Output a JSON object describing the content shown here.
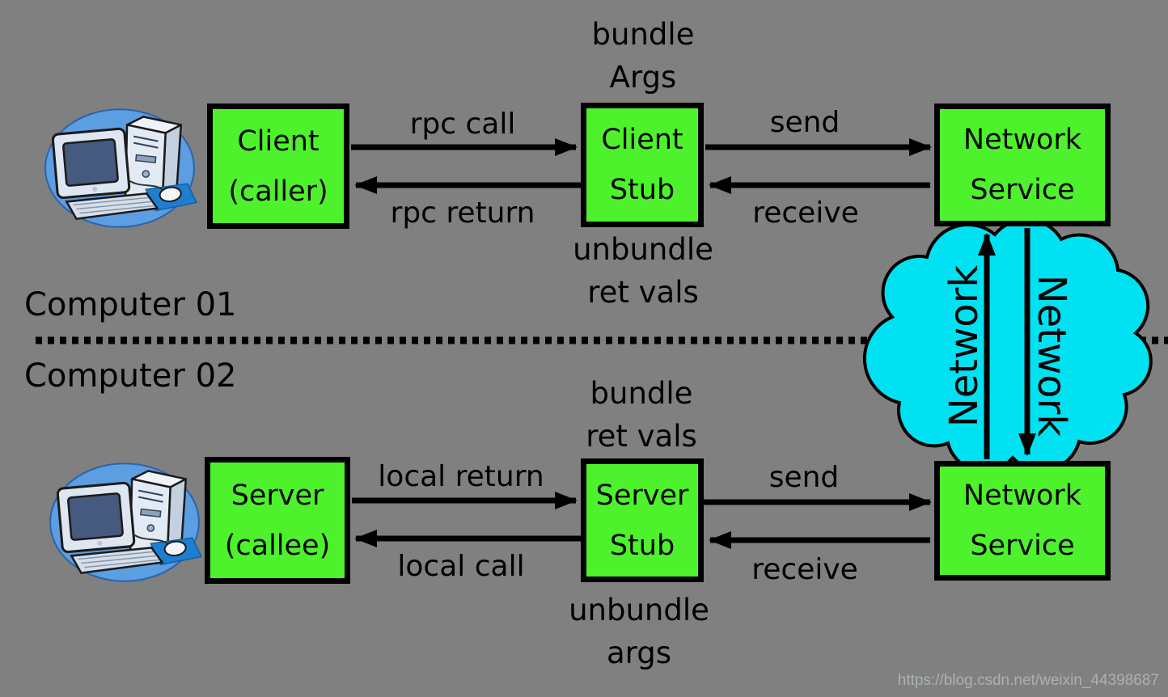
{
  "colors": {
    "background": "#808080",
    "box_fill": "#4df22c",
    "cloud_fill": "#00e2f2",
    "line": "#000000",
    "watermark": "#aab0b4"
  },
  "computer01": {
    "label": "Computer 01",
    "client_box": {
      "line1": "Client",
      "line2": "(caller)"
    },
    "client_stub_box": {
      "line1": "Client",
      "line2": "Stub"
    },
    "network_service_box": {
      "line1": "Network",
      "line2": "Service"
    },
    "stub_note_top": {
      "line1": "bundle",
      "line2": "Args"
    },
    "stub_note_bottom": {
      "line1": "unbundle",
      "line2": "ret vals"
    },
    "arrows": {
      "rpc_call": "rpc call",
      "rpc_return": "rpc return",
      "send": "send",
      "receive": "receive"
    }
  },
  "computer02": {
    "label": "Computer 02",
    "server_box": {
      "line1": "Server",
      "line2": "(callee)"
    },
    "server_stub_box": {
      "line1": "Server",
      "line2": "Stub"
    },
    "network_service_box": {
      "line1": "Network",
      "line2": "Service"
    },
    "stub_note_top": {
      "line1": "bundle",
      "line2": "ret vals"
    },
    "stub_note_bottom": {
      "line1": "unbundle",
      "line2": "args"
    },
    "arrows": {
      "local_return": "local return",
      "local_call": "local call",
      "send": "send",
      "receive": "receive"
    }
  },
  "network_cloud": {
    "label_left": "Network",
    "label_right": "Network"
  },
  "watermark": "https://blog.csdn.net/weixin_44398687"
}
